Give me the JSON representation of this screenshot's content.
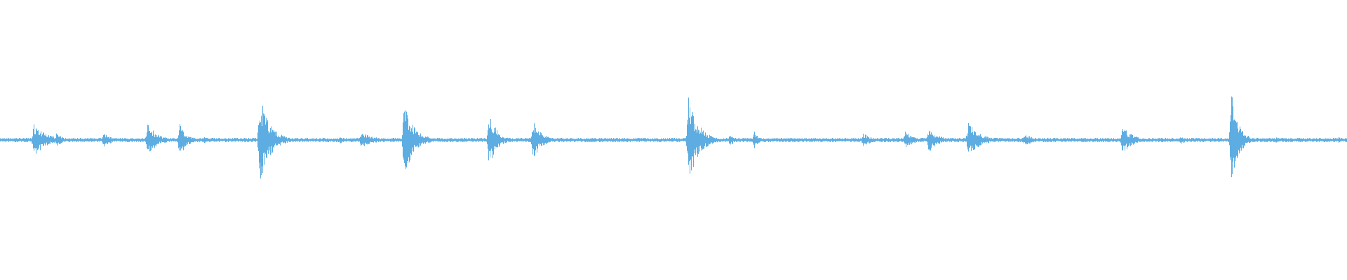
{
  "waveform": {
    "color": "#5DADE2",
    "baseline_amplitude": 0.015,
    "duration_units": 1920,
    "events": [
      {
        "t": 48,
        "amp": 0.12,
        "decay": 18
      },
      {
        "t": 80,
        "amp": 0.05,
        "decay": 10
      },
      {
        "t": 148,
        "amp": 0.05,
        "decay": 12
      },
      {
        "t": 210,
        "amp": 0.12,
        "decay": 14
      },
      {
        "t": 256,
        "amp": 0.12,
        "decay": 10
      },
      {
        "t": 290,
        "amp": 0.03,
        "decay": 6
      },
      {
        "t": 370,
        "amp": 0.34,
        "decay": 14
      },
      {
        "t": 485,
        "amp": 0.03,
        "decay": 10
      },
      {
        "t": 515,
        "amp": 0.06,
        "decay": 18
      },
      {
        "t": 576,
        "amp": 0.26,
        "decay": 14
      },
      {
        "t": 697,
        "amp": 0.22,
        "decay": 10
      },
      {
        "t": 760,
        "amp": 0.14,
        "decay": 12
      },
      {
        "t": 981,
        "amp": 0.32,
        "decay": 14
      },
      {
        "t": 1040,
        "amp": 0.04,
        "decay": 10
      },
      {
        "t": 1075,
        "amp": 0.06,
        "decay": 6
      },
      {
        "t": 1230,
        "amp": 0.05,
        "decay": 14
      },
      {
        "t": 1290,
        "amp": 0.06,
        "decay": 14
      },
      {
        "t": 1324,
        "amp": 0.1,
        "decay": 12
      },
      {
        "t": 1380,
        "amp": 0.13,
        "decay": 16
      },
      {
        "t": 1460,
        "amp": 0.04,
        "decay": 18
      },
      {
        "t": 1600,
        "amp": 0.1,
        "decay": 14
      },
      {
        "t": 1683,
        "amp": 0.03,
        "decay": 10
      },
      {
        "t": 1755,
        "amp": 0.34,
        "decay": 10
      },
      {
        "t": 1818,
        "amp": 0.02,
        "decay": 10
      },
      {
        "t": 1908,
        "amp": 0.02,
        "decay": 8
      }
    ]
  }
}
